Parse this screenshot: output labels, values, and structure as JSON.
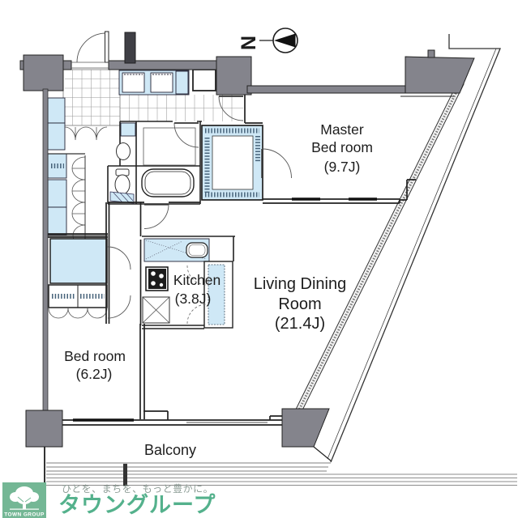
{
  "floor_plan": {
    "compass_label": "N",
    "rooms": {
      "master_bedroom": {
        "line1": "Master",
        "line2": "Bed room",
        "area": "(9.7J)"
      },
      "living_dining": {
        "line1": "Living Dining",
        "line2": "Room",
        "area": "(21.4J)"
      },
      "kitchen": {
        "line1": "Kitchen",
        "area": "(3.8J)"
      },
      "bedroom": {
        "line1": "Bed room",
        "area": "(6.2J)"
      },
      "balcony": {
        "line1": "Balcony"
      }
    }
  },
  "branding": {
    "company_logo_text": "TOWN GROUP",
    "tagline": "ひとを、まちを、もっと豊かに。",
    "company_name_jp": "タウングループ",
    "colors": {
      "logo_green": "#74b795",
      "brand_text_green": "#54b18c",
      "tagline_gray": "#8c9c95"
    }
  },
  "palette": {
    "wall_gray": "#84848c",
    "fixture_blue": "#cfe8f6",
    "line_dark": "#222222"
  }
}
